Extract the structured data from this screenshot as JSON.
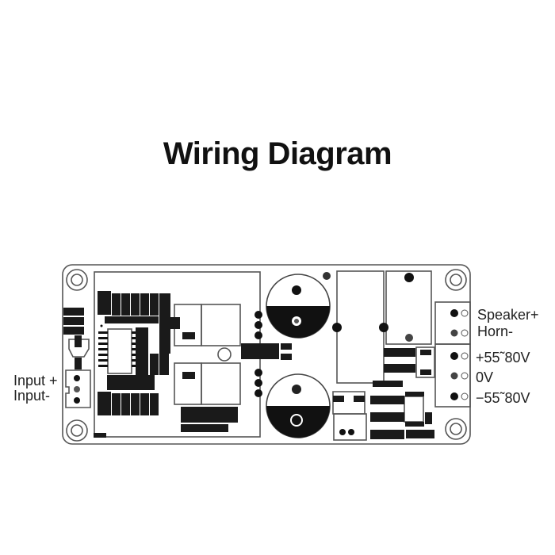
{
  "title": "Wiring Diagram",
  "labels": {
    "input_plus": "Input +",
    "input_minus": "Input-",
    "speaker_plus": "Speaker+",
    "horn_minus": "Horn-",
    "v_pos": "+55˜80V",
    "v_zero": "0V",
    "v_neg": "−55˜80V"
  },
  "colors": {
    "ink": "#111111",
    "line": "#555555",
    "pad_grey": "#777777",
    "background": "#ffffff"
  }
}
